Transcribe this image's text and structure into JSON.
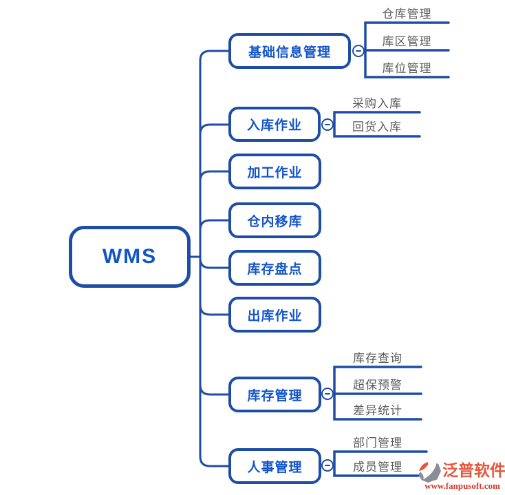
{
  "root": {
    "label": "WMS"
  },
  "branches": [
    {
      "label": "基础信息管理",
      "collapse_icon": "minus",
      "children": [
        "仓库管理",
        "库区管理",
        "库位管理"
      ]
    },
    {
      "label": "入库作业",
      "collapse_icon": "minus",
      "children": [
        "采购入库",
        "回货入库"
      ]
    },
    {
      "label": "加工作业",
      "children": []
    },
    {
      "label": "仓内移库",
      "children": []
    },
    {
      "label": "库存盘点",
      "children": []
    },
    {
      "label": "出库作业",
      "children": []
    },
    {
      "label": "库存管理",
      "collapse_icon": "minus",
      "children": [
        "库存查询",
        "超保预警",
        "差异统计"
      ]
    },
    {
      "label": "人事管理",
      "collapse_icon": "minus",
      "children": [
        "部门管理",
        "成员管理"
      ]
    }
  ],
  "watermark": {
    "brand": "泛普软件",
    "url": "www.fanpusoft.com",
    "logo": "fanpusoft-logo"
  },
  "colors": {
    "line_blue": "#1e4da5",
    "node_text_blue": "#1254c8",
    "child_text_gray": "#5b5b5b",
    "brand_orange": "#e4573d",
    "url_red": "#d2372a",
    "background": "#ffffff"
  }
}
